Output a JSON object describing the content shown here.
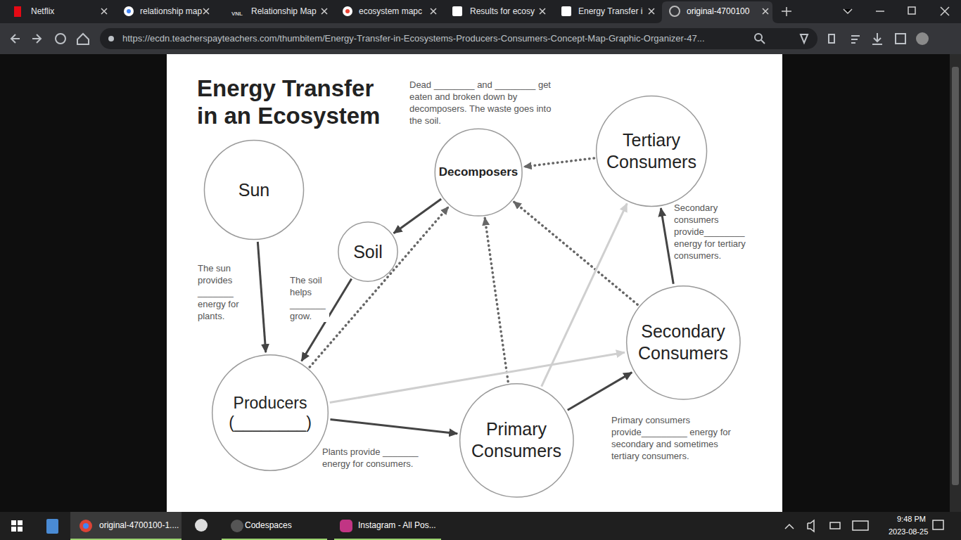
{
  "diagram": {
    "title": "Energy Transfer in an Ecosystem",
    "nodes": [
      {
        "text": [
          "Sun"
        ]
      },
      {
        "text": [
          "Decomposers"
        ]
      },
      {
        "text": [
          "Tertiary Consumers"
        ]
      },
      {
        "text": [
          "Soil"
        ]
      },
      {
        "text": [
          "Producers",
          "(________)"
        ]
      },
      {
        "text": [
          "Primary Consumers"
        ]
      },
      {
        "text": [
          "Secondary Consumers"
        ]
      }
    ],
    "edges": [
      {
        "from": 0,
        "to": 4,
        "arrow": "to",
        "label": "The sun provides _______ energy for plants."
      },
      {
        "from": 3,
        "to": 4,
        "arrow": "to",
        "label": "The soil helps _______ grow."
      },
      {
        "from": 1,
        "to": 3,
        "arrow": "to"
      },
      {
        "from": 4,
        "to": 1,
        "arrow": "to"
      },
      {
        "from": 5,
        "to": 1,
        "arrow": "to"
      },
      {
        "from": 6,
        "to": 1,
        "arrow": "to"
      },
      {
        "from": 2,
        "to": 1,
        "arrow": "to"
      },
      {
        "from": 4,
        "to": 5,
        "arrow": "to",
        "label": "Plants provide _______ energy for consumers."
      },
      {
        "from": 4,
        "to": 6,
        "arrow": "to"
      },
      {
        "from": 5,
        "to": 2,
        "arrow": "to"
      },
      {
        "from": 5,
        "to": 6,
        "arrow": "to",
        "label": "Primary consumers provide_________ energy for secondary and sometimes tertiary consumers."
      },
      {
        "from": 6,
        "to": 2,
        "arrow": "to",
        "label": "Secondary consumers provide________ energy for tertiary consumers."
      }
    ],
    "labels": [
      "Dead ________ and ________ get eaten and broken down by decomposers. The waste goes into the soil.",
      "Netflix",
      "relationship map",
      "VNL",
      "Relationship Map",
      "ecosystem mapc",
      "Results for ecosy",
      "Energy Transfer i",
      "original-4700100",
      "https://ecdn.teacherspayteachers.com/thumbitem/Energy-Transfer-in-Ecosystems-Producers-Consumers-Concept-Map-Graphic-Organizer-47...",
      "original-4700100-1....",
      "Codespaces",
      "Instagram - All Pos...",
      "9:48 PM",
      "2023-08-25"
    ]
  }
}
